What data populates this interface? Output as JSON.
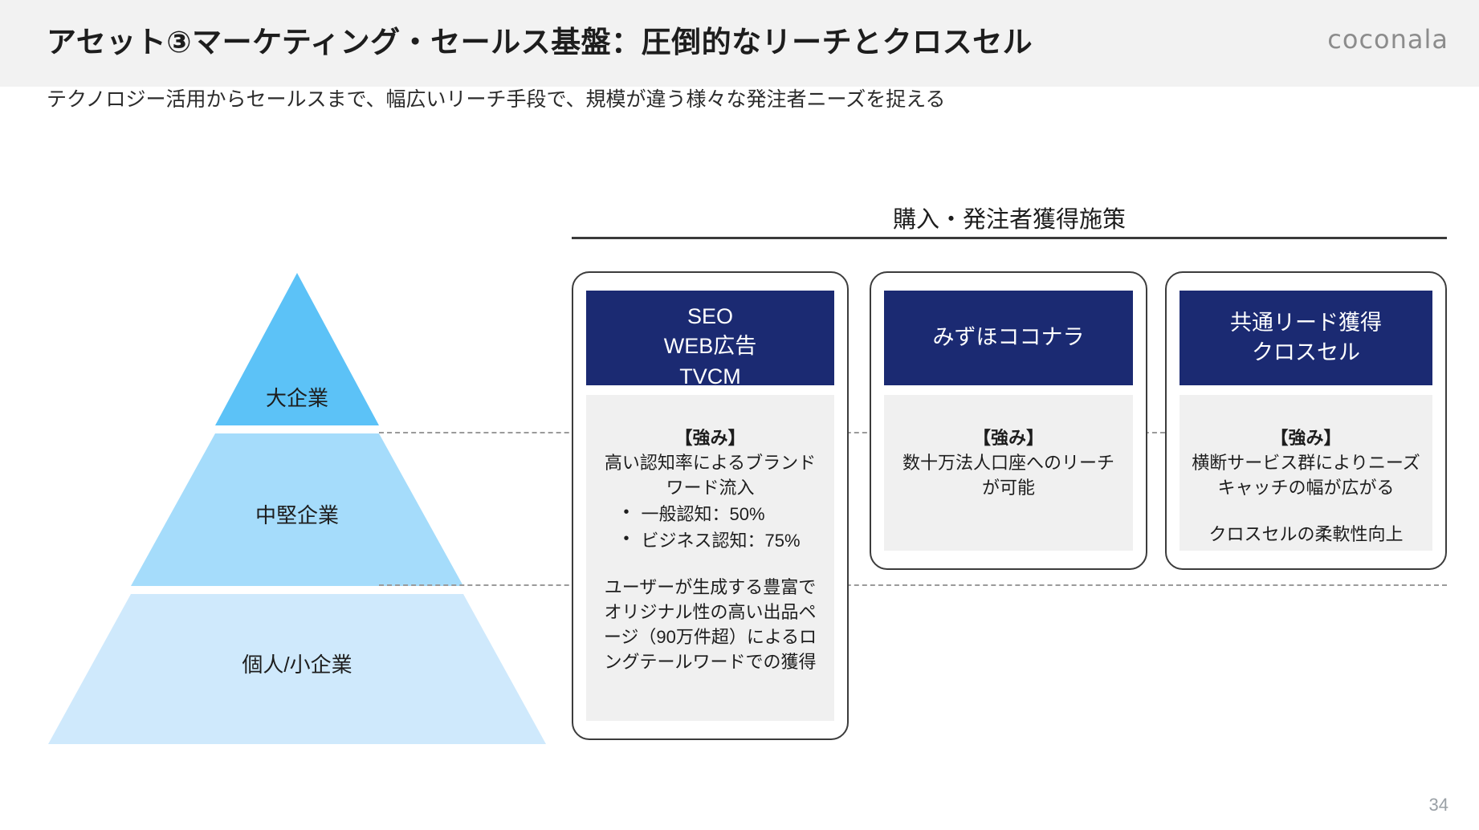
{
  "header": {
    "title": "アセット③マーケティング・セールス基盤：圧倒的なリーチとクロスセル",
    "brand": "coconala"
  },
  "subtitle": "テクノロジー活用からセールスまで、幅広いリーチ手段で、規模が違う様々な発注者ニーズを捉える",
  "pyramid": {
    "levels": [
      {
        "label": "大企業",
        "color": "#5cc2f7"
      },
      {
        "label": "中堅企業",
        "color": "#a5dcfb"
      },
      {
        "label": "個人/小企業",
        "color": "#cfe9fc"
      }
    ]
  },
  "section": {
    "heading": "購入・発注者獲得施策"
  },
  "cards": [
    {
      "head": "SEO\nWEB広告\nTVCM",
      "head_lines": [
        "SEO",
        "WEB広告",
        "TVCM"
      ],
      "strong_label": "【強み】",
      "lines": [
        "高い認知率によるブランド",
        "ワード流入"
      ],
      "bullets": [
        "一般認知：50%",
        "ビジネス認知：75%"
      ],
      "paragraph": "ユーザーが生成する豊富でオリジナル性の高い出品ページ（90万件超）によるロングテールワードでの獲得"
    },
    {
      "head_lines": [
        "みずほココナラ"
      ],
      "strong_label": "【強み】",
      "lines": [
        "数十万法人口座へのリーチ",
        "が可能"
      ],
      "bullets": [],
      "paragraph": ""
    },
    {
      "head_lines": [
        "共通リード獲得",
        "クロスセル"
      ],
      "strong_label": "【強み】",
      "lines": [
        "横断サービス群によりニーズ",
        "キャッチの幅が広がる"
      ],
      "bullets": [],
      "paragraph": "クロスセルの柔軟性向上"
    }
  ],
  "page_number": "34",
  "colors": {
    "header_band": "#f2f2f2",
    "card_head": "#1b2a72",
    "card_body": "#f0f0f0",
    "rule": "#3a3a3a"
  }
}
